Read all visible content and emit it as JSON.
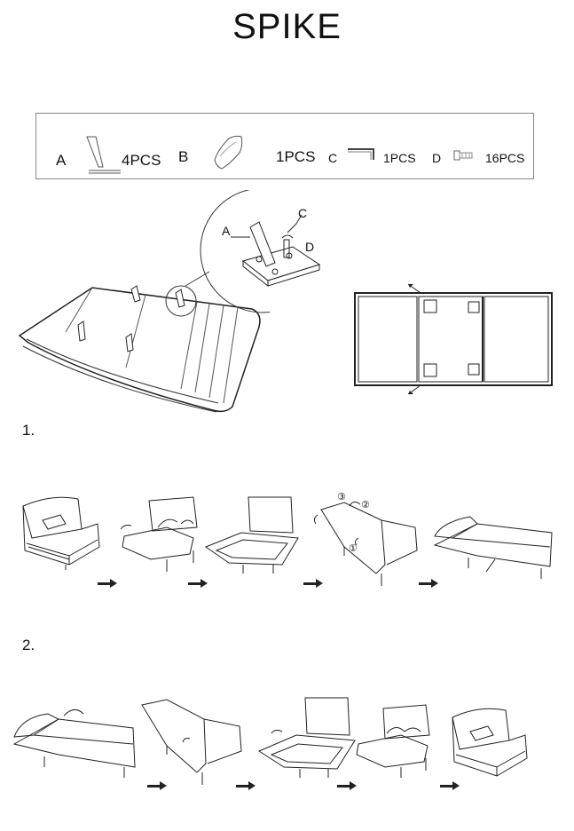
{
  "title": "SPIKE",
  "parts": [
    {
      "letter": "A",
      "qty": "4PCS",
      "icon": "sofa-leg-icon"
    },
    {
      "letter": "B",
      "qty": "1PCS",
      "icon": "pillow-icon"
    },
    {
      "letter": "C",
      "qty": "1PCS",
      "icon": "allen-key-icon"
    },
    {
      "letter": "D",
      "qty": "16PCS",
      "icon": "screw-icon"
    }
  ],
  "detail_labels": {
    "a": "A",
    "c": "C",
    "d": "D"
  },
  "circled": {
    "one": "①",
    "two": "②",
    "three": "③"
  },
  "steps": [
    {
      "number": "1."
    },
    {
      "number": "2."
    }
  ]
}
